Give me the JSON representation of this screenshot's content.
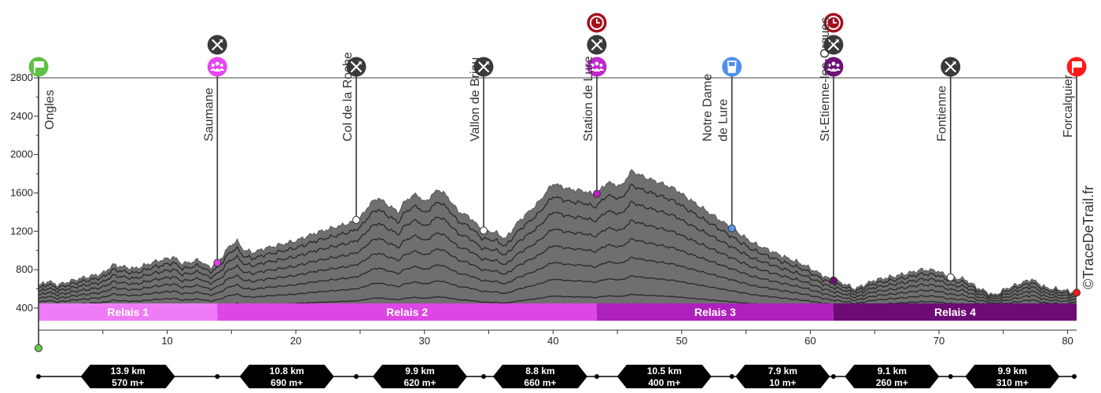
{
  "chart_data": {
    "type": "area",
    "xlim": [
      0,
      80.7
    ],
    "ylim": [
      350,
      2800
    ],
    "y_ticks": [
      400,
      800,
      1200,
      1600,
      2000,
      2400,
      2800
    ],
    "x_ticks": [
      10,
      20,
      30,
      40,
      50,
      60,
      70,
      80
    ],
    "profile": {
      "x": [
        0,
        0.7,
        1.5,
        3,
        5,
        5.8,
        6.5,
        7.5,
        9,
        10.5,
        11.2,
        12.5,
        13.3,
        14,
        14.8,
        15.4,
        16,
        16.8,
        17.5,
        18.5,
        20,
        21.5,
        23,
        24.3,
        25,
        25.8,
        26.4,
        27.3,
        28,
        28.5,
        29.4,
        30,
        31.1,
        31.8,
        32.6,
        33.5,
        34.5,
        35.5,
        36.3,
        37.3,
        38.8,
        40,
        41.2,
        42.4,
        43.3,
        44.2,
        45.3,
        46.1,
        47,
        48.4,
        49.5,
        50.3,
        51.4,
        52.5,
        53.8,
        55.5,
        57.5,
        59.5,
        61.5,
        62.5,
        63.5,
        65,
        66.5,
        67.5,
        68.7,
        69.8,
        70.9,
        72,
        73,
        74.3,
        75.2,
        76.2,
        77.2,
        78.3,
        79.5,
        80.6
      ],
      "elevation": [
        630,
        680,
        640,
        700,
        760,
        850,
        830,
        810,
        880,
        930,
        860,
        900,
        820,
        880,
        1040,
        1100,
        1000,
        980,
        1020,
        1050,
        1100,
        1180,
        1240,
        1290,
        1340,
        1490,
        1550,
        1460,
        1400,
        1520,
        1590,
        1500,
        1640,
        1560,
        1410,
        1350,
        1210,
        1190,
        1120,
        1300,
        1490,
        1700,
        1640,
        1620,
        1575,
        1710,
        1670,
        1830,
        1770,
        1700,
        1640,
        1560,
        1460,
        1360,
        1240,
        1080,
        960,
        850,
        700,
        660,
        600,
        690,
        730,
        760,
        800,
        790,
        720,
        700,
        610,
        530,
        600,
        650,
        700,
        610,
        590,
        560
      ]
    },
    "checkpoints": [
      {
        "x": 0,
        "name": "Ongles",
        "icons": [
          "flag-green"
        ],
        "dot": "#6ec84b",
        "dot_bottom": true
      },
      {
        "x": 13.9,
        "name": "Saumane",
        "icons": [
          "people-pink",
          "fork-knife"
        ],
        "dot": "#e040e8"
      },
      {
        "x": 24.7,
        "name": "Col de la Roche",
        "icons": [
          "fork-knife"
        ],
        "dot": "#ffffff"
      },
      {
        "x": 34.6,
        "name": "Vallon de Briau",
        "icons": [
          "fork-knife"
        ],
        "dot": "#ffffff"
      },
      {
        "x": 43.4,
        "name": "Station de Lure",
        "icons": [
          "people-magenta",
          "fork-knife",
          "clock"
        ],
        "dot": "#bb1fc8"
      },
      {
        "x": 53.9,
        "name": "Notre Dame\nde Lure",
        "icons": [
          "water"
        ],
        "dot": "#5b97f0"
      },
      {
        "x": 61.8,
        "name": "St-Etienne-les-Orgues",
        "icons": [
          "people-purple",
          "fork-knife",
          "clock"
        ],
        "dot": "#6b0f6e"
      },
      {
        "x": 70.9,
        "name": "Fontienne",
        "icons": [
          "fork-knife"
        ],
        "dot": "#ffffff"
      },
      {
        "x": 80.7,
        "name": "Forcalquier",
        "icons": [
          "flag-red"
        ],
        "dot": "#ff1a1a",
        "dot_bottom": true
      }
    ],
    "relays": [
      {
        "name": "Relais 1",
        "start": 0,
        "end": 13.9,
        "color": "#ef7cf6"
      },
      {
        "name": "Relais 2",
        "start": 13.9,
        "end": 43.4,
        "color": "#dc47e5"
      },
      {
        "name": "Relais 3",
        "start": 43.4,
        "end": 61.8,
        "color": "#ad21bd"
      },
      {
        "name": "Relais 4",
        "start": 61.8,
        "end": 80.7,
        "color": "#6c0c74"
      }
    ],
    "segments": [
      {
        "distance": "13.9 km",
        "climb": "570 m+"
      },
      {
        "distance": "10.8 km",
        "climb": "690 m+"
      },
      {
        "distance": "9.9 km",
        "climb": "620 m+"
      },
      {
        "distance": "8.8 km",
        "climb": "660 m+"
      },
      {
        "distance": "10.5 km",
        "climb": "400 m+"
      },
      {
        "distance": "7.9 km",
        "climb": "10 m+"
      },
      {
        "distance": "9.1 km",
        "climb": "260 m+"
      },
      {
        "distance": "9.9 km",
        "climb": "310 m+"
      }
    ],
    "colors": {
      "terrain": "#6f6f6f",
      "contour": "#1c1c1c",
      "icon_dark": "#3a3a3a",
      "clock": "#a3111e",
      "segment_badge": "#000000"
    }
  },
  "credit": "©TraceDeTrail.fr"
}
